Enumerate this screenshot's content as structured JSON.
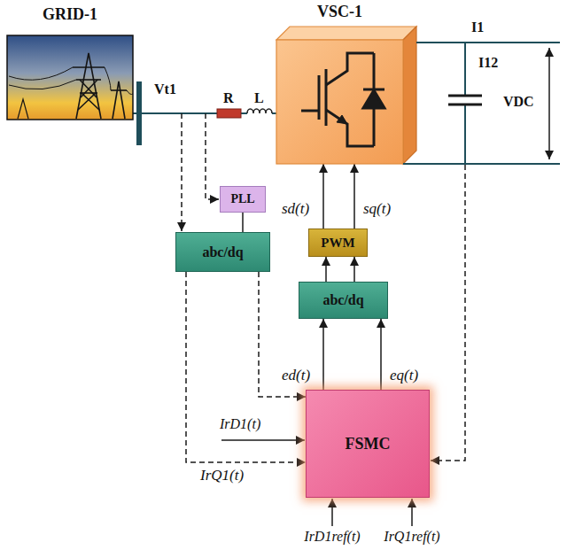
{
  "diagram": {
    "nodes": [
      {
        "text": [
          "GRID-1"
        ]
      },
      {
        "text": [
          "VSC-1"
        ]
      },
      {
        "text": [
          "PLL"
        ]
      },
      {
        "text": [
          "abc/dq"
        ]
      },
      {
        "text": [
          "PWM"
        ]
      },
      {
        "text": [
          "abc/dq"
        ]
      },
      {
        "text": [
          "FSMC"
        ]
      }
    ],
    "edges": [
      {
        "from": 4,
        "to": 1,
        "arrow": "to",
        "label": "sd(t)"
      },
      {
        "from": 4,
        "to": 1,
        "arrow": "to",
        "label": "sq(t)"
      },
      {
        "from": 5,
        "to": 4,
        "arrow": "to"
      },
      {
        "from": 5,
        "to": 4,
        "arrow": "to"
      },
      {
        "from": 6,
        "to": 5,
        "arrow": "to",
        "label": "ed(t)"
      },
      {
        "from": 6,
        "to": 5,
        "arrow": "to",
        "label": "eq(t)"
      },
      {
        "from": 2,
        "to": 3,
        "arrow": "none"
      },
      {
        "from": 3,
        "to": 6,
        "arrow": "to"
      },
      {
        "from": 3,
        "to": 6,
        "arrow": "to",
        "label": "IrQ1(t)"
      },
      {
        "from": 0,
        "to": 1,
        "arrow": "none"
      }
    ],
    "labels": [
      "Vt1",
      "R",
      "L",
      "I1",
      "I12",
      "VDC",
      "IrD1(t)",
      "IrD1ref(t)",
      "IrQ1ref(t)"
    ]
  }
}
